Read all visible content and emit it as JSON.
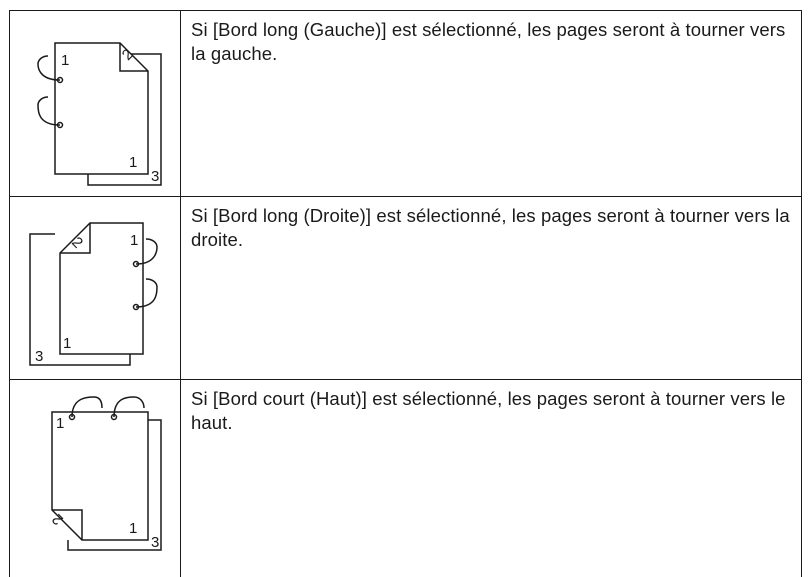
{
  "rows": [
    {
      "icon": "left-edge-binding-icon",
      "text": "Si [Bord long (Gauche)] est sélectionné, les pages seront à tourner vers la gauche.",
      "labels": {
        "front": "1",
        "folded": "2",
        "corner": "1",
        "back": "3"
      }
    },
    {
      "icon": "right-edge-binding-icon",
      "text": "Si [Bord long (Droite)] est sélectionné, les pages seront à tourner vers la droite.",
      "labels": {
        "front": "1",
        "folded": "2",
        "corner": "1",
        "back": "3"
      }
    },
    {
      "icon": "top-edge-binding-icon",
      "text": "Si [Bord court (Haut)] est sélectionné, les pages seront à tourner vers le haut.",
      "labels": {
        "front": "1",
        "folded": "2",
        "corner": "1",
        "back": "3"
      }
    }
  ]
}
